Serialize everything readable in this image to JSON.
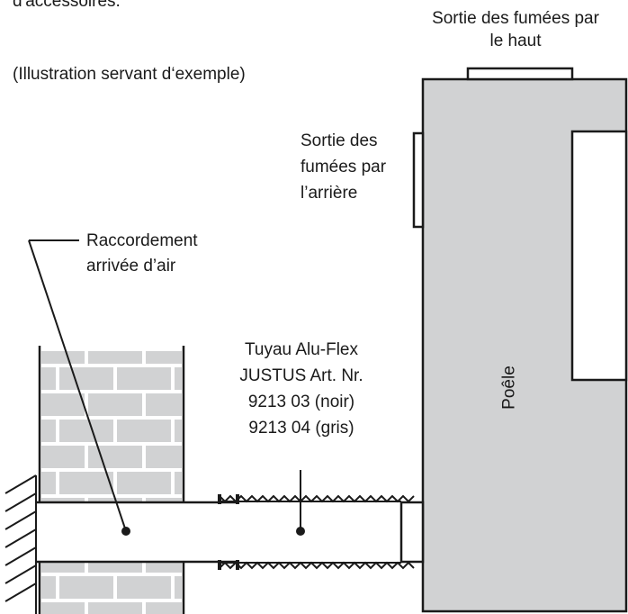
{
  "header_fragment": "d'accessoires.",
  "caption": "(Illustration servant d‘exemple)",
  "labels": {
    "top_outlet": [
      "Sortie des fumées par",
      "le haut"
    ],
    "rear_outlet": [
      "Sortie des",
      "fumées par",
      "l’arrière"
    ],
    "air_connection": [
      "Raccordement",
      "arrivée d’air"
    ],
    "pipe": [
      "Tuyau Alu-Flex",
      "JUSTUS Art. Nr.",
      "9213 03 (noir)",
      "9213 04 (gris)"
    ],
    "stove": "Poêle"
  },
  "colors": {
    "stove_fill": "#d1d2d3",
    "brick_fill": "#d1d2d3",
    "line": "#1a1a1a",
    "background": "#ffffff"
  }
}
